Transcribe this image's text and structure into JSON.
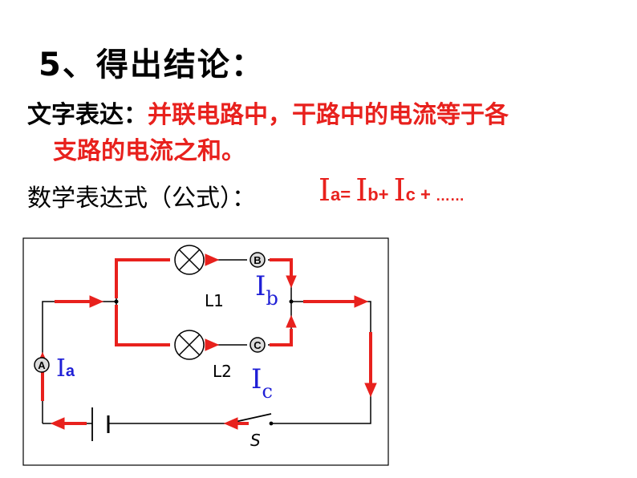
{
  "title": "5、得出结论：",
  "text_statement": {
    "label": "文字表达：",
    "content_line1": "并联电路中，干路中的电流等于各",
    "content_line2": "支路的电流之和。"
  },
  "math_statement": {
    "label": "数学表达式（公式）：",
    "formula": {
      "I": "I",
      "a": "a= ",
      "b": "b+ ",
      "c": "c + ",
      "ellipsis": "……"
    }
  },
  "circuit": {
    "ammeter_a": "A",
    "ammeter_b": "B",
    "ammeter_c": "C",
    "label_ia_I": "I",
    "label_ia_sub": "a",
    "label_ib_I": "I",
    "label_ib_sub": "b",
    "label_ic_I": "I",
    "label_ic_sub": "c",
    "lamp1": "L1",
    "lamp2": "L2",
    "switch": "S"
  },
  "colors": {
    "red": "#e8211d",
    "blue": "#1f1fd6",
    "wire": "#000000"
  }
}
